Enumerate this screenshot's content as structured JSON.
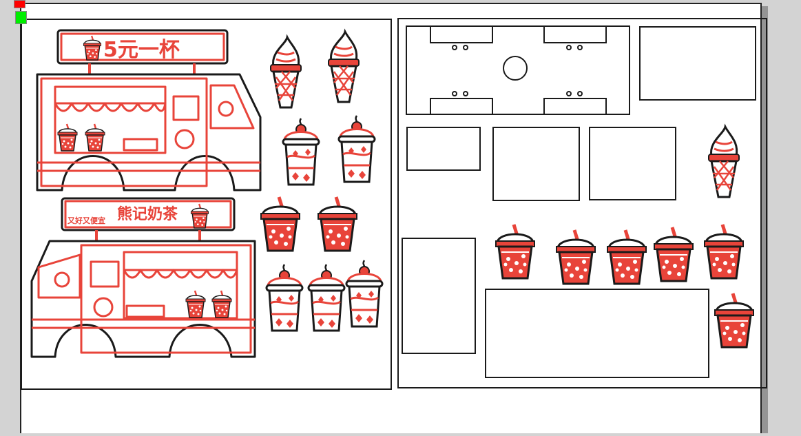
{
  "truck_top": {
    "sign": "5元一杯"
  },
  "truck_bottom": {
    "sign": "熊记奶茶",
    "slogan": "又好又便宜"
  },
  "colors": {
    "stroke_red": "#e8443a",
    "outline": "#1a1a1a",
    "handle_red": "#ff0000",
    "handle_green": "#00ee00"
  }
}
